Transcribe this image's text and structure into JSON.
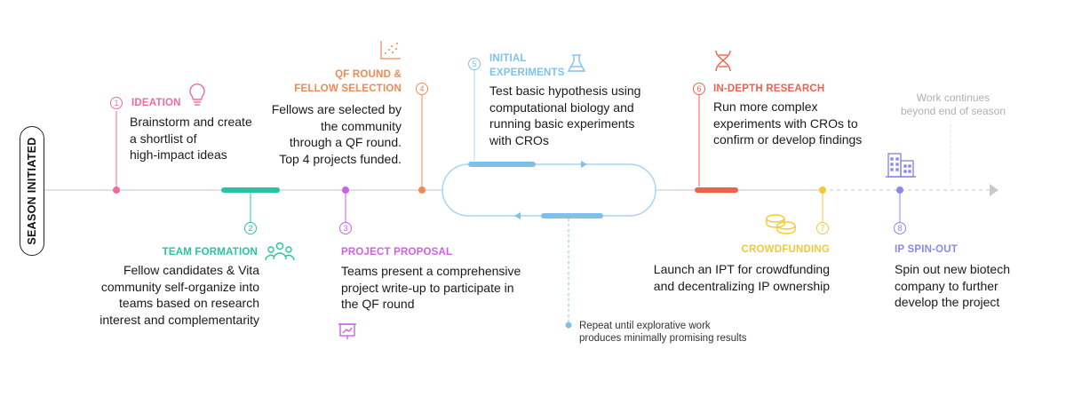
{
  "pill_label": "SEASON INITIATED",
  "colors": {
    "ideation": "#f06b9b",
    "team": "#27c4a4",
    "proposal": "#d060ea",
    "qf": "#f08a52",
    "experiments": "#7ec0ec",
    "research": "#f0604a",
    "crowdfunding": "#f2c93a",
    "ipspinout": "#8a88ec",
    "line": "#d8d8d8"
  },
  "stages": [
    {
      "num": "1",
      "title": "IDEATION",
      "text": [
        "Brainstorm and create",
        "a shortlist of",
        "high-impact ideas"
      ]
    },
    {
      "num": "2",
      "title": "TEAM FORMATION",
      "text": [
        "Fellow candidates & Vita",
        "community self-organize into",
        "teams based on research",
        "interest and complementarity"
      ]
    },
    {
      "num": "3",
      "title": "PROJECT PROPOSAL",
      "text": [
        "Teams present a comprehensive",
        "project write-up to participate in",
        "the QF round"
      ]
    },
    {
      "num": "4",
      "title": [
        "QF ROUND &",
        "FELLOW SELECTION"
      ],
      "text": [
        "Fellows are selected by",
        "the community",
        "through a QF round.",
        "Top 4 projects funded."
      ]
    },
    {
      "num": "5",
      "title": [
        "INITIAL",
        "EXPERIMENTS"
      ],
      "text": [
        "Test basic hypothesis using",
        "computational biology and",
        "running basic experiments",
        "with CROs"
      ]
    },
    {
      "num": "6",
      "title": "IN-DEPTH RESEARCH",
      "text": [
        "Run more complex",
        "experiments with CROs to",
        "confirm or develop findings"
      ]
    },
    {
      "num": "7",
      "title": "CROWDFUNDING",
      "text": [
        "Launch an IPT for crowdfunding",
        "and decentralizing IP ownership"
      ]
    },
    {
      "num": "8",
      "title": "IP SPIN-OUT",
      "text": [
        "Spin out new biotech",
        "company to further",
        "develop the project"
      ]
    }
  ],
  "repeat_note": [
    "Repeat until explorative work",
    "produces minimally promising results"
  ],
  "work_continues": [
    "Work continues",
    "beyond end of season"
  ],
  "icons": [
    "lightbulb-icon",
    "people-icon",
    "presentation-icon",
    "scatter-chart-icon",
    "flask-icon",
    "dna-icon",
    "coins-icon",
    "building-icon"
  ]
}
